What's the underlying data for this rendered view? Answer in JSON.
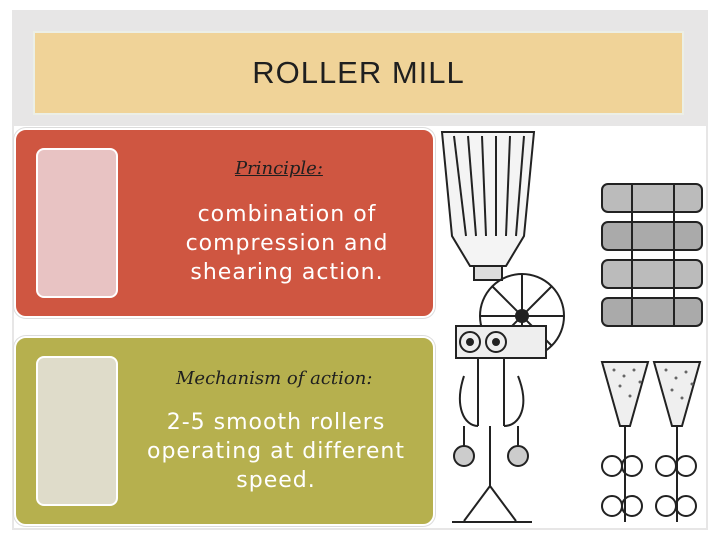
{
  "title": "ROLLER MILL",
  "cards": [
    {
      "heading": "Principle:",
      "body": "combination of compression and shearing action."
    },
    {
      "heading": "Mechanism of action:",
      "body": "2-5 smooth rollers operating at different speed."
    }
  ],
  "colors": {
    "title_bar": "#f0d398",
    "card_red": "#cf5641",
    "card_olive": "#b6b04e"
  },
  "illustration": "roller-mill-engraving"
}
